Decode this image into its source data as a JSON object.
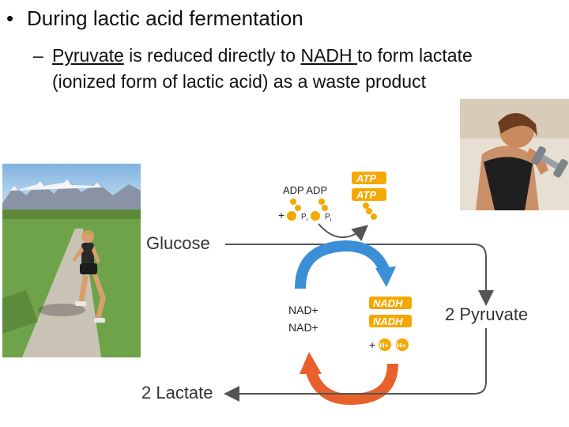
{
  "slide": {
    "bullet": "During lactic acid fermentation",
    "sub_dash": "–",
    "sub_parts": {
      "pyruvate": "Pyruvate",
      "middle": " is reduced directly to ",
      "nadh": "NADH ",
      "end": "to form lactate (ionized form of lactic acid) as a waste product"
    }
  },
  "diagram": {
    "adp_label": "ADP ADP",
    "plus": "+",
    "pi": "P",
    "pi_sub": "i",
    "atp": "ATP",
    "glucose": "Glucose",
    "nad_plus": "NAD+",
    "nadh": "NADH",
    "h_plus": "H+",
    "pyruvate": "2 Pyruvate",
    "lactate": "2 Lactate",
    "colors": {
      "atp_fill": "#f5a800",
      "blue_arrow": "#3a8fd6",
      "orange_arrow": "#e8612c",
      "line": "#555555"
    }
  }
}
